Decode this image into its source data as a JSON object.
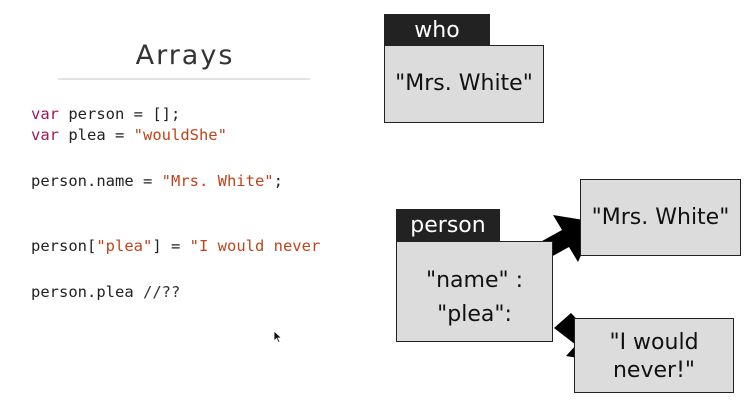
{
  "slide": {
    "title": "Arrays"
  },
  "code": {
    "line1": {
      "kw": "var",
      "rest": " person = [];"
    },
    "line2": {
      "kw": "var",
      "rest": " plea = ",
      "str": "\"wouldShe\""
    },
    "line3": {
      "pre": "person.name = ",
      "str": "\"Mrs. White\"",
      "post": ";"
    },
    "line4": {
      "pre": "person[",
      "key": "\"plea\"",
      "mid": "] = ",
      "str": "\"I would never"
    },
    "line5": {
      "pre": "person.plea ",
      "comment": "//??"
    }
  },
  "diagram": {
    "who_box": {
      "label": "who",
      "value": "\"Mrs. White\""
    },
    "person_box": {
      "label": "person",
      "prop1": "\"name\" :",
      "prop2": "\"plea\":"
    },
    "name_value_box": {
      "value": "\"Mrs. White\""
    },
    "plea_value_box": {
      "line1": "\"I would",
      "line2": "never!\""
    }
  },
  "colors": {
    "keyword": "#a0175a",
    "string": "#c0441b",
    "box_fill": "#dcdcdc",
    "label_fill": "#222222"
  }
}
